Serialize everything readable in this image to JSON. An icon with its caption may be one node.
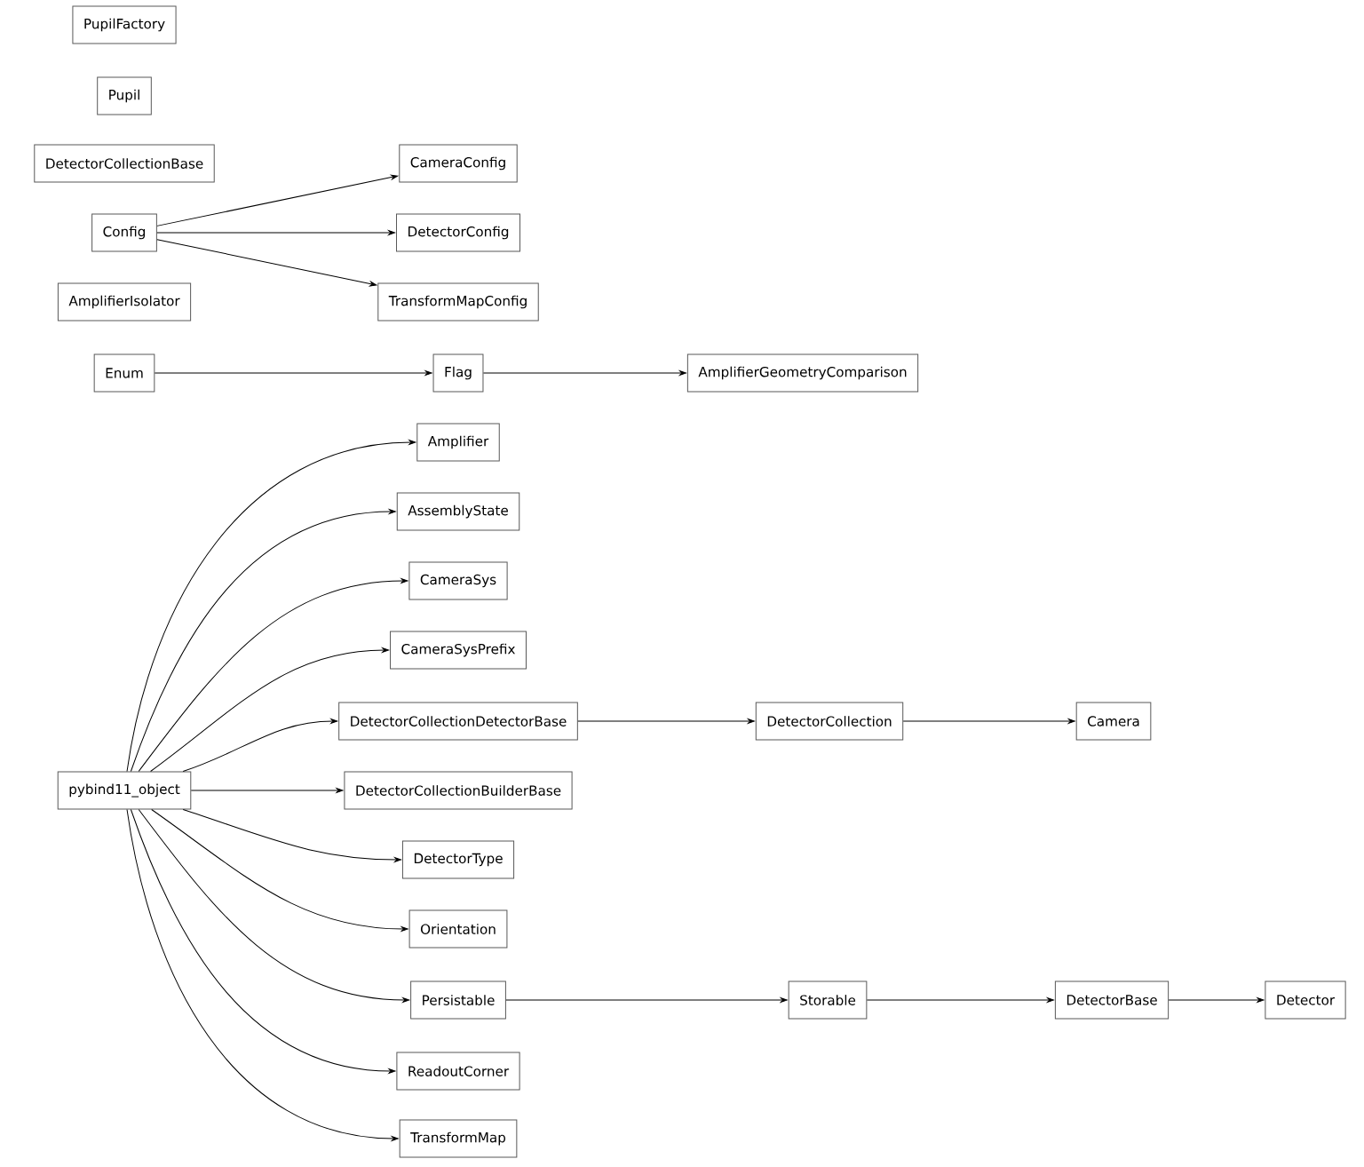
{
  "diagram": {
    "nodes": [
      {
        "text": [
          "PupilFactory"
        ]
      },
      {
        "text": [
          "Pupil"
        ]
      },
      {
        "text": [
          "DetectorCollectionBase"
        ]
      },
      {
        "text": [
          "Config"
        ]
      },
      {
        "text": [
          "CameraConfig"
        ]
      },
      {
        "text": [
          "DetectorConfig"
        ]
      },
      {
        "text": [
          "TransformMapConfig"
        ]
      },
      {
        "text": [
          "AmplifierIsolator"
        ]
      },
      {
        "text": [
          "Enum"
        ]
      },
      {
        "text": [
          "Flag"
        ]
      },
      {
        "text": [
          "AmplifierGeometryComparison"
        ]
      },
      {
        "text": [
          "Amplifier"
        ]
      },
      {
        "text": [
          "AssemblyState"
        ]
      },
      {
        "text": [
          "CameraSys"
        ]
      },
      {
        "text": [
          "CameraSysPrefix"
        ]
      },
      {
        "text": [
          "DetectorCollectionDetectorBase"
        ]
      },
      {
        "text": [
          "DetectorCollection"
        ]
      },
      {
        "text": [
          "Camera"
        ]
      },
      {
        "text": [
          "pybind11_object"
        ]
      },
      {
        "text": [
          "DetectorCollectionBuilderBase"
        ]
      },
      {
        "text": [
          "DetectorType"
        ]
      },
      {
        "text": [
          "Orientation"
        ]
      },
      {
        "text": [
          "Persistable"
        ]
      },
      {
        "text": [
          "Storable"
        ]
      },
      {
        "text": [
          "DetectorBase"
        ]
      },
      {
        "text": [
          "Detector"
        ]
      },
      {
        "text": [
          "ReadoutCorner"
        ]
      },
      {
        "text": [
          "TransformMap"
        ]
      }
    ],
    "edges": [
      {
        "from": 3,
        "to": 4,
        "arrow": "to"
      },
      {
        "from": 3,
        "to": 5,
        "arrow": "to"
      },
      {
        "from": 3,
        "to": 6,
        "arrow": "to"
      },
      {
        "from": 8,
        "to": 9,
        "arrow": "to"
      },
      {
        "from": 9,
        "to": 10,
        "arrow": "to"
      },
      {
        "from": 18,
        "to": 11,
        "arrow": "to"
      },
      {
        "from": 18,
        "to": 12,
        "arrow": "to"
      },
      {
        "from": 18,
        "to": 13,
        "arrow": "to"
      },
      {
        "from": 18,
        "to": 14,
        "arrow": "to"
      },
      {
        "from": 18,
        "to": 15,
        "arrow": "to"
      },
      {
        "from": 15,
        "to": 16,
        "arrow": "to"
      },
      {
        "from": 16,
        "to": 17,
        "arrow": "to"
      },
      {
        "from": 18,
        "to": 19,
        "arrow": "to"
      },
      {
        "from": 18,
        "to": 20,
        "arrow": "to"
      },
      {
        "from": 18,
        "to": 21,
        "arrow": "to"
      },
      {
        "from": 18,
        "to": 22,
        "arrow": "to"
      },
      {
        "from": 22,
        "to": 23,
        "arrow": "to"
      },
      {
        "from": 23,
        "to": 24,
        "arrow": "to"
      },
      {
        "from": 24,
        "to": 25,
        "arrow": "to"
      },
      {
        "from": 18,
        "to": 26,
        "arrow": "to"
      },
      {
        "from": 18,
        "to": 27,
        "arrow": "to"
      }
    ]
  }
}
